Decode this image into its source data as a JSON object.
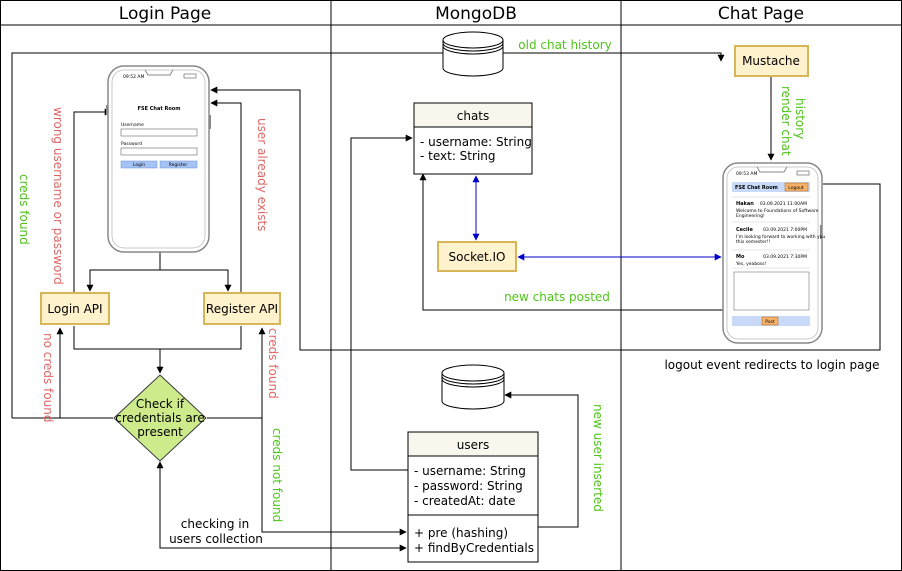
{
  "lanes": {
    "login": "Login Page",
    "mongo": "MongoDB",
    "chat": "Chat Page"
  },
  "login_phone": {
    "time": "09:52 AM",
    "title": "FSE Chat Room",
    "username_label": "Username",
    "password_label": "Password",
    "login_button": "Login",
    "register_button": "Register"
  },
  "chat_phone": {
    "time": "09:53 AM",
    "title": "FSE Chat Room",
    "logout_button": "Logout",
    "messages": [
      {
        "user": "Hakan",
        "date": "03.09.2021 11:00AM",
        "text1": "Welcome to Foundations of Software",
        "text2": "Engineering!"
      },
      {
        "user": "Cecile",
        "date": "03.09.2021 7:00PM",
        "text1": "I'm looking forward to working with you",
        "text2": "this semester!!"
      },
      {
        "user": "Mo",
        "date": "03.09.2021 7:30PM",
        "text1": "Yes, yeaboss!",
        "text2": ""
      }
    ],
    "post_button": "Post"
  },
  "boxes": {
    "login_api": "Login API",
    "register_api": "Register API",
    "check_line1": "Check if",
    "check_line2": "credentials are",
    "check_line3": "present",
    "mustache": "Mustache",
    "socketio": "Socket.IO"
  },
  "chats_schema": {
    "title": "chats",
    "fields": [
      "- username: String",
      "- text: String"
    ]
  },
  "users_schema": {
    "title": "users",
    "fields": [
      "- username: String",
      "- password: String",
      "- createdAt: date"
    ],
    "methods": [
      "+ pre (hashing)",
      "+ findByCredentials"
    ]
  },
  "labels": {
    "creds_found_left": "creds found",
    "wrong_credentials": "wrong username or password",
    "user_exists": "user already exists",
    "no_creds_found": "no creds found",
    "creds_found_right": "creds found",
    "creds_not_found": "creds not found",
    "checking_line1": "checking in",
    "checking_line2": "users collection",
    "old_chat_history": "old chat history",
    "render_line1": "render chat",
    "render_line2": "history",
    "new_chats_posted": "new chats posted",
    "new_user_inserted": "new user inserted",
    "logout_redirect": "logout event redirects to login page"
  },
  "colors": {
    "process_fill": "#fff2cc",
    "process_stroke": "#d6b656",
    "decision_fill": "#cdeb8b",
    "decision_stroke": "#36393d",
    "schema_header": "#f9f7ed",
    "label_green": "#4fc41a",
    "label_red": "#e06666",
    "socket_arrow": "#0000cc"
  }
}
